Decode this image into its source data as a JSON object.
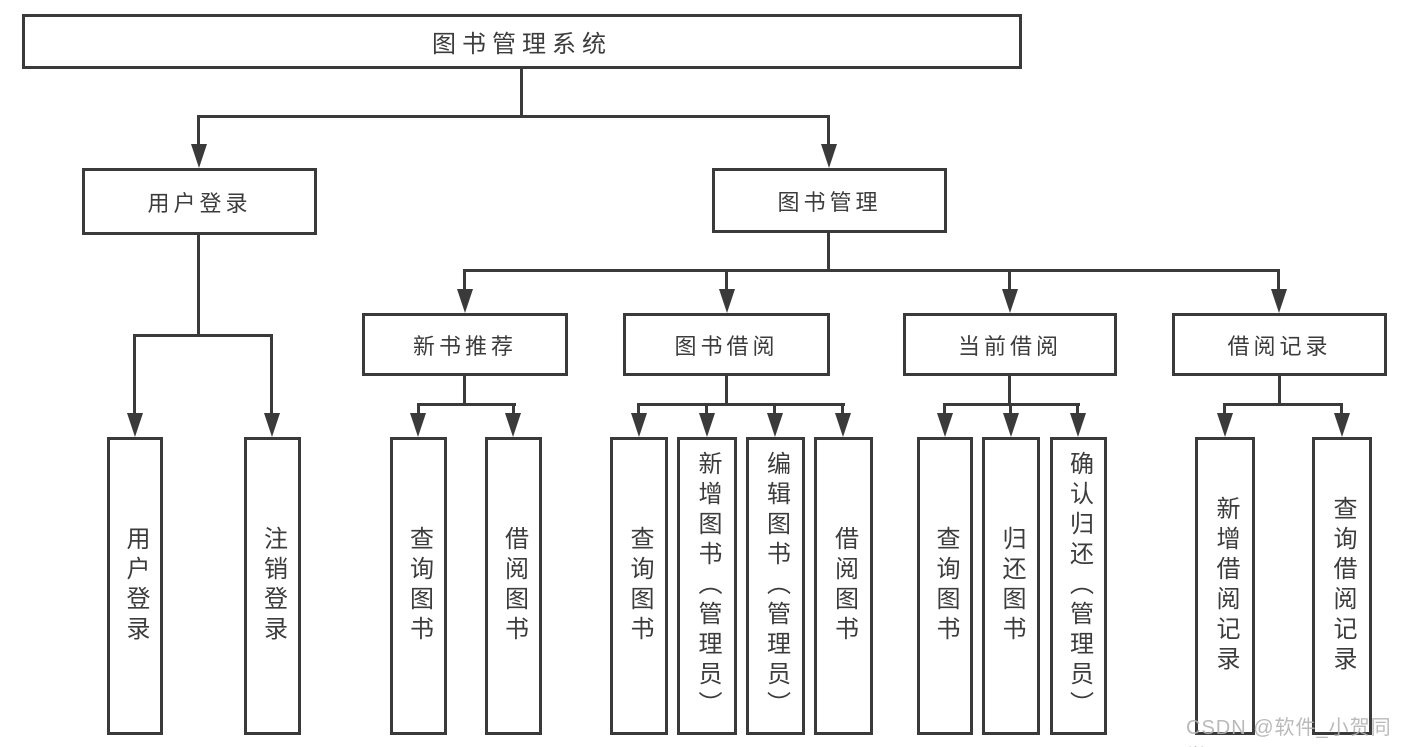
{
  "diagram_title": "图书管理系统",
  "watermark": "CSDN @软件_小贺同学",
  "colors": {
    "line": "#3a3a3a",
    "text": "#3c3c3c",
    "background": "#ffffff",
    "watermark": "#b3b3b3"
  },
  "tree": {
    "root": "图书管理系统",
    "children": [
      {
        "label": "用户登录",
        "children": [
          "用户登录",
          "注销登录"
        ]
      },
      {
        "label": "图书管理",
        "children": [
          {
            "label": "新书推荐",
            "children": [
              "查询图书",
              "借阅图书"
            ]
          },
          {
            "label": "图书借阅",
            "children": [
              "查询图书",
              "新增图书（管理员）",
              "编辑图书（管理员）",
              "借阅图书"
            ]
          },
          {
            "label": "当前借阅",
            "children": [
              "查询图书",
              "归还图书",
              "确认归还（管理员）"
            ]
          },
          {
            "label": "借阅记录",
            "children": [
              "新增借阅记录",
              "查询借阅记录"
            ]
          }
        ]
      }
    ]
  }
}
